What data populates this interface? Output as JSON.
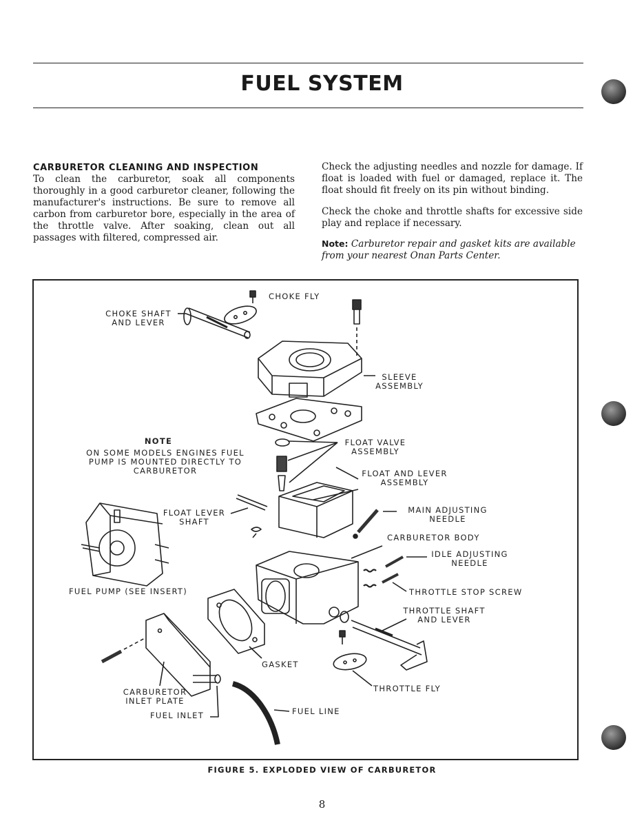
{
  "header": {
    "title": "FUEL SYSTEM"
  },
  "left_column": {
    "heading": "CARBURETOR CLEANING AND INSPECTION",
    "body": "To clean the carburetor, soak all components thoroughly in a good carburetor cleaner, following the manufacturer's instructions. Be sure to remove all carbon from carburetor bore, especially in the area of the throttle valve. After soaking, clean out all passages with filtered, compressed air."
  },
  "right_column": {
    "para1": "Check the adjusting needles and nozzle for damage. If float is loaded with fuel or damaged, replace it. The float should fit freely on its pin without binding.",
    "para2": "Check the choke and throttle shafts for excessive side play and replace if necessary.",
    "note_label": "Note:",
    "note_text": "Carburetor repair and gasket kits are available from your nearest Onan Parts Center."
  },
  "figure": {
    "labels": {
      "choke_fly": "CHOKE FLY",
      "choke_shaft": "CHOKE SHAFT\nAND LEVER",
      "sleeve": "SLEEVE\nASSEMBLY",
      "note_title": "NOTE",
      "note_body": "ON SOME MODELS ENGINES FUEL\nPUMP IS MOUNTED DIRECTLY TO\nCARBURETOR",
      "float_valve": "FLOAT VALVE\nASSEMBLY",
      "float_lever": "FLOAT AND LEVER\nASSEMBLY",
      "float_lever_shaft": "FLOAT LEVER\nSHAFT",
      "main_needle": "MAIN ADJUSTING\nNEEDLE",
      "carb_body": "CARBURETOR BODY",
      "idle_needle": "IDLE ADJUSTING\nNEEDLE",
      "fuel_pump": "FUEL PUMP (SEE INSERT)",
      "throttle_stop": "THROTTLE STOP SCREW",
      "throttle_shaft": "THROTTLE SHAFT\nAND LEVER",
      "gasket": "GASKET",
      "throttle_fly": "THROTTLE FLY",
      "inlet_plate": "CARBURETOR\nINLET PLATE",
      "fuel_inlet": "FUEL INLET",
      "fuel_line": "FUEL LINE"
    },
    "caption": "FIGURE 5. EXPLODED VIEW OF CARBURETOR"
  },
  "footer": {
    "page_number": "8"
  }
}
